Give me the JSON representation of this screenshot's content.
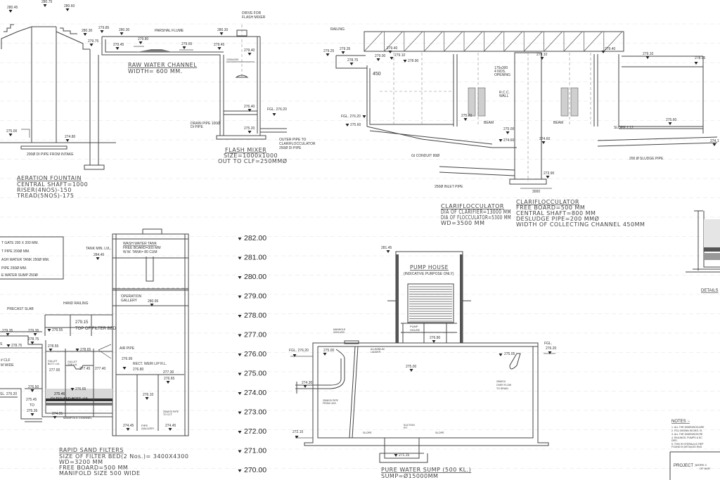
{
  "aeration": {
    "title": "AERATION FOUNTAIN",
    "lines": [
      "CENTRAL SHAFT=1000",
      "RISER(4NOS)-150",
      "TREAD(5NOS)-175"
    ],
    "pipe_label": "200Ø DI PIPE FROM INTAKE",
    "levels": [
      "280.45",
      "280.75",
      "280.60",
      "280.30",
      "279.85",
      "279.75",
      "275.00",
      "274.80"
    ]
  },
  "raw_water_channel": {
    "title": "RAW WATER CHANNEL",
    "width": "WIDTH= 600 MM.",
    "flume_label": "PARSHAL FLUME",
    "levels": [
      "280.30",
      "279.80",
      "279.45",
      "279.65",
      "280.30",
      "279.45"
    ]
  },
  "flash_mixer": {
    "title": "FLASH MIXER",
    "size": "SIZE=1000x1000",
    "out": "OUT TO CLF=250MMØ",
    "drive_label": [
      "DRIVE FOR",
      "FLASH MIXER"
    ],
    "drain_label": [
      "DRAIN PIPE 100Ø",
      "DI PIPE"
    ],
    "outlet_label": [
      "OUTER PIPE TO",
      "CLARIFLOCCULATOR",
      "250Ø DI PIPE"
    ],
    "opening": "1000x1000",
    "levels": [
      "279.40",
      "276.40",
      "FGL. 276.20",
      "275.20"
    ]
  },
  "clarifloculator": {
    "railing": "RAILING",
    "notes_a": [
      "CLARIFLOCCULATOR",
      "DIA OF CLARIFIER=13000 MM",
      "DIA OF FLOCCULATOR=5300 MM",
      "WD=3500 MM"
    ],
    "notes_b": [
      "CLARIFLOCCULATOR",
      "FREE BOARD=500 MM",
      "CENTRAL SHAFT=800 MM",
      "DESLUDGE PIPE=200 MMØ",
      "WIDTH OF COLLECTING CHANNEL 450MM"
    ],
    "opening": [
      "175x300",
      "4 NOS.",
      "OPENING"
    ],
    "wall": [
      "R.C.C.",
      "WALL"
    ],
    "beam": "BEAM",
    "slope": "SLOPE 1:12",
    "conduit": "GI CONDUIT 80Ø",
    "inlet": "250Ø INLET PIPE",
    "sludge": "200 Ø SLUDGE PIPE",
    "dim_450": "450",
    "dim_3000": "3000",
    "levels": [
      "279.25",
      "279.35",
      "279.40",
      "279.00",
      "279.10",
      "278.90",
      "278.75",
      "279.10",
      "279.40",
      "279.10",
      "278.95",
      "FGL. 276.20",
      "275.60",
      "275.70",
      "275.00",
      "274.60",
      "274.60",
      "275.60",
      "274.1",
      "273.90"
    ]
  },
  "filters": {
    "legend": [
      "T GATE 200 X 200 MM.",
      "T PIPE 200Ø MM.",
      "ASH WATER TANK 250Ø MM.",
      "PIPE 250Ø MM.",
      "E WATER SUMP 250Ø"
    ],
    "title": "RAPID SAND FILTERS",
    "lines": [
      "SIZE OF FILTER BED(2 Nos.)= 3400X4300",
      "WD=3200 MM",
      "FREE BOARD=500 MM",
      "MANIFOLD SIZE 500 WIDE"
    ],
    "wash_tank": [
      "WASH WATER TANK",
      "FREE BOARD=300 MM",
      "W.W. TANK= 80 CUM"
    ],
    "tank_min": [
      "TANK MIN. LVL.",
      "284.45"
    ],
    "operation": [
      "OPERATION",
      "GALLERY"
    ],
    "hand_railing": "HAND RAILING",
    "precast": "PRECAST SLAB",
    "top_filter": "TOP OF FILTER BED",
    "air_pipe": "AIR PIPE",
    "gullet_bott": [
      "GULLET",
      "BOTT. LVL"
    ],
    "gullet_top": [
      "GULLET",
      "TOP LVL"
    ],
    "weir": "RECT. WEIR LIP R.L.",
    "filter_bott": "FILTER BED BOTT. LVL",
    "manifold": "MANIFOLD CHANNEL",
    "pipe_gallery": [
      "PIPE",
      "GALLERY"
    ],
    "pipe_to": [
      "250Ø DI PIPE",
      "TO CCT"
    ],
    "clf": [
      "# CLF",
      "M WIDE"
    ],
    "to": "TO",
    "levels": [
      "280.95",
      "279.15",
      "279.35",
      "279.35",
      "279.55",
      "278.75",
      "278.75",
      "278.55",
      "278.65",
      "277.00",
      "277.45",
      "277.40",
      "276.95",
      "276.80",
      "277.30",
      "276.65",
      "276.65",
      "276.10",
      "276.50",
      "275.45",
      "275.35",
      "275.46",
      "274.95",
      "274.45",
      "274.45",
      "SL. 276.20",
      "S"
    ]
  },
  "scale": [
    "282.00",
    "281.00",
    "280.00",
    "279.00",
    "278.00",
    "277.00",
    "276.00",
    "275.00",
    "274.00",
    "273.00",
    "272.00",
    "271.00",
    "270.00"
  ],
  "pump_house": {
    "title": "PUMP HOUSE",
    "subtitle": "(INDICATIVE PURPOSE ONLY)",
    "inner": [
      "PUMP",
      "HOUSE"
    ],
    "levels": [
      "281.45",
      "276.80"
    ]
  },
  "sump": {
    "title": "PURE WATER SUMP (500 KL.)",
    "subtitle": "SUMP=Ø15000MM",
    "manhole": [
      "MANHOLE",
      "900X1200"
    ],
    "ladder": [
      "ALUMINIUM",
      "LADDER"
    ],
    "inlet": [
      "250Ø DI PIPE",
      "FROM UGS"
    ],
    "overflow": [
      "250Ø DI",
      "OVER FLOW",
      "TO DRAIN"
    ],
    "suction": [
      "SUCTION",
      "PIT"
    ],
    "slope": "SLOPE",
    "levels": [
      "FGL. 276.20",
      "275.00",
      "275.00",
      "275.05",
      "FGL.",
      "276.20",
      "274.30",
      "272.15",
      "271.15"
    ]
  },
  "details": {
    "title": "DETAILS"
  },
  "notes": {
    "title": "NOTES :-",
    "items": [
      "1.   ALL THE DIMENSION ARE",
      "2.   FGL SHOWN IN DRG. IS",
      "3.   ALL THE DIMENSION RE",
      "4.   RAILINGS, PUMPS & EC",
      "      DRG.",
      "5.   THIS IS HYDRAULIC REP",
      "      FOUND IN DETAILED ENG"
    ]
  },
  "project": {
    "label": "PROJECT :-",
    "text": [
      "WORK C",
      "OF AUR"
    ]
  }
}
